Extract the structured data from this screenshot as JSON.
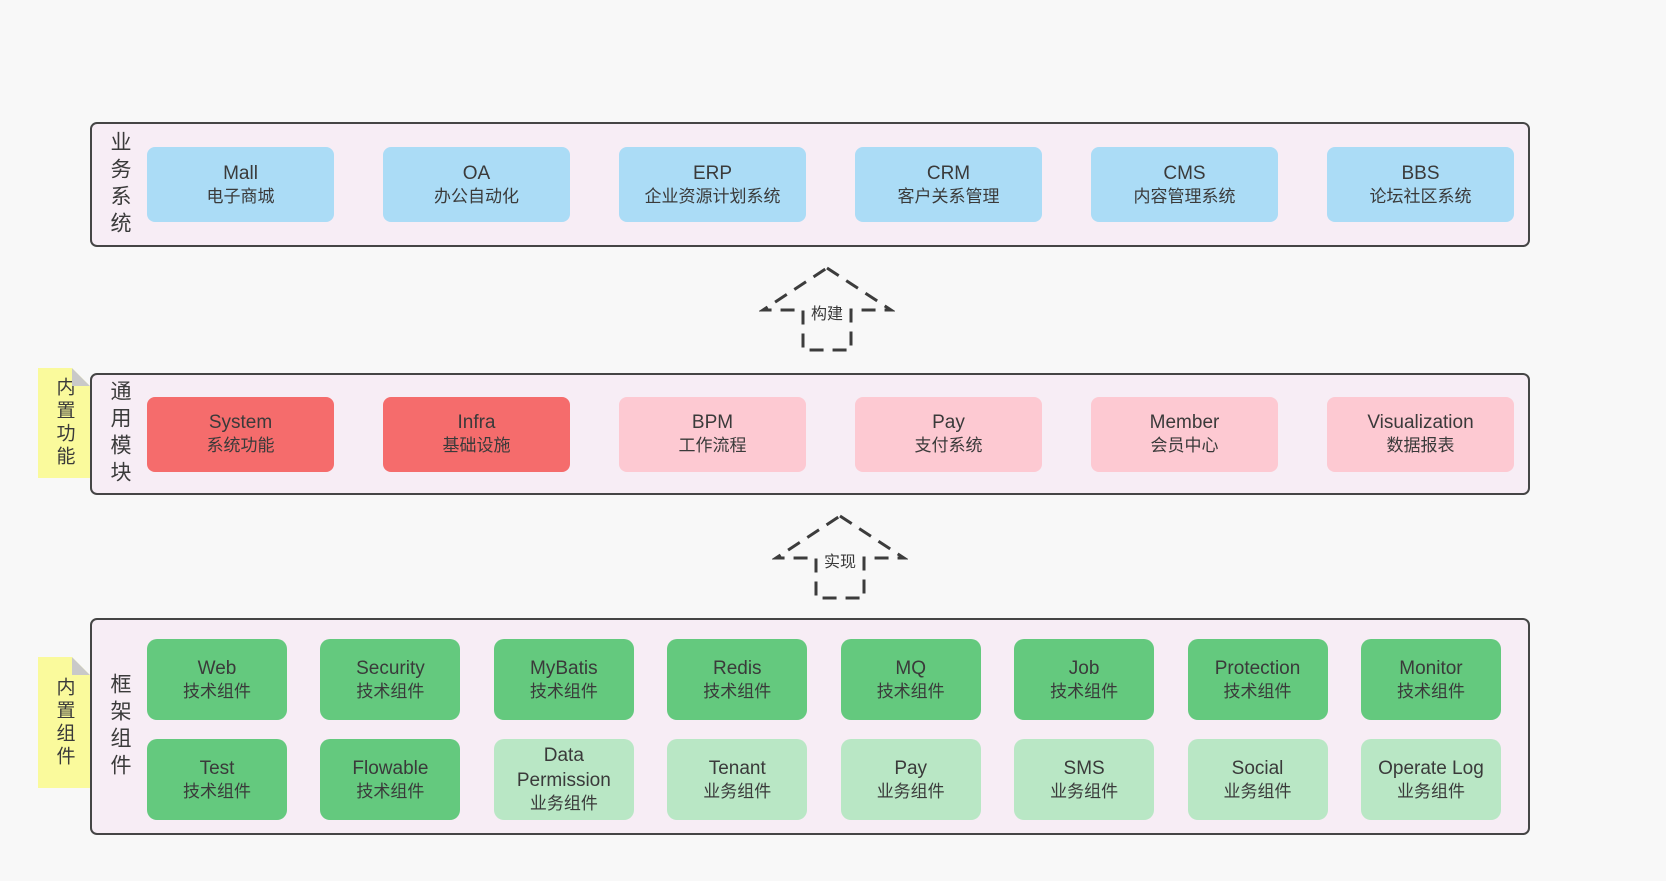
{
  "colors": {
    "page-bg": "#f8f8f8",
    "layer-bg": "#f7edf5",
    "layer-border": "#454545",
    "box-blue": "#abdcf6",
    "box-red": "#f56c6c",
    "box-pink": "#fdc9d2",
    "box-green": "#64c97e",
    "box-lightgreen": "#b9e7c5",
    "note-yellow": "#fafa9c",
    "note-fold": "#c9c9c9",
    "text": "#3a3a3a",
    "arrow": "#3c3c3c"
  },
  "layers": {
    "business": {
      "label": "业务系统",
      "boxes": [
        {
          "title": "Mall",
          "subtitle": "电子商城"
        },
        {
          "title": "OA",
          "subtitle": "办公自动化"
        },
        {
          "title": "ERP",
          "subtitle": "企业资源计划系统"
        },
        {
          "title": "CRM",
          "subtitle": "客户关系管理"
        },
        {
          "title": "CMS",
          "subtitle": "内容管理系统"
        },
        {
          "title": "BBS",
          "subtitle": "论坛社区系统"
        }
      ]
    },
    "modules": {
      "label": "通用模块",
      "note": "内置功能",
      "boxes": [
        {
          "title": "System",
          "subtitle": "系统功能"
        },
        {
          "title": "Infra",
          "subtitle": "基础设施"
        },
        {
          "title": "BPM",
          "subtitle": "工作流程"
        },
        {
          "title": "Pay",
          "subtitle": "支付系统"
        },
        {
          "title": "Member",
          "subtitle": "会员中心"
        },
        {
          "title": "Visualization",
          "subtitle": "数据报表"
        }
      ]
    },
    "components": {
      "label": "框架组件",
      "note": "内置组件",
      "row1": [
        {
          "title": "Web",
          "subtitle": "技术组件"
        },
        {
          "title": "Security",
          "subtitle": "技术组件"
        },
        {
          "title": "MyBatis",
          "subtitle": "技术组件"
        },
        {
          "title": "Redis",
          "subtitle": "技术组件"
        },
        {
          "title": "MQ",
          "subtitle": "技术组件"
        },
        {
          "title": "Job",
          "subtitle": "技术组件"
        },
        {
          "title": "Protection",
          "subtitle": "技术组件"
        },
        {
          "title": "Monitor",
          "subtitle": "技术组件"
        }
      ],
      "row2": [
        {
          "title": "Test",
          "subtitle": "技术组件"
        },
        {
          "title": "Flowable",
          "subtitle": "技术组件"
        },
        {
          "title": "Data Permission",
          "subtitle": "业务组件"
        },
        {
          "title": "Tenant",
          "subtitle": "业务组件"
        },
        {
          "title": "Pay",
          "subtitle": "业务组件"
        },
        {
          "title": "SMS",
          "subtitle": "业务组件"
        },
        {
          "title": "Social",
          "subtitle": "业务组件"
        },
        {
          "title": "Operate Log",
          "subtitle": "业务组件"
        }
      ]
    }
  },
  "arrows": {
    "build": {
      "label": "构建"
    },
    "implement": {
      "label": "实现"
    }
  }
}
